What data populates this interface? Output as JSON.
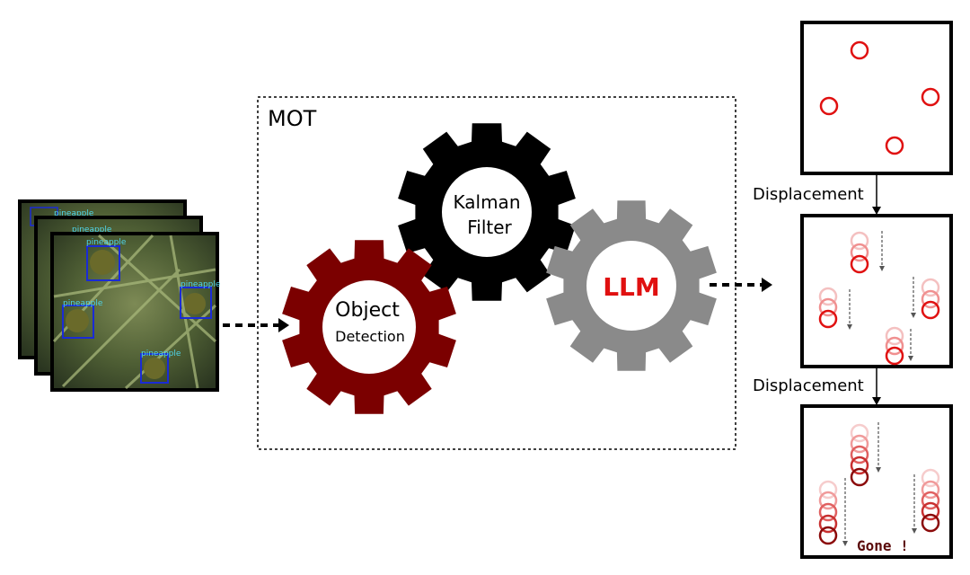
{
  "diagram": {
    "mot_label": "MOT",
    "gears": {
      "detection": {
        "line1": "Object",
        "line2": "Detection",
        "color": "#7b0000"
      },
      "kalman": {
        "line1": "Kalman",
        "line2": "Filter",
        "color": "#000000"
      },
      "llm": {
        "label": "LLM",
        "color": "#8a8a8a",
        "text_color": "#e01010"
      }
    },
    "input_frames": {
      "detection_label": "pineapple",
      "labels": [
        "pineapple",
        "pineapple",
        "pineapple",
        "pineapple",
        "pineapple",
        "pineapple"
      ]
    },
    "displacement_labels": [
      "Displacement",
      "Displacement"
    ],
    "gone_label": "Gone !",
    "colors": {
      "circle_current": "#e01010",
      "circle_faded": "#f4b0b0",
      "circle_dark": "#8b0a0a",
      "bbox": "#1a2bd6",
      "bbox_text": "#4fd4e8"
    }
  }
}
